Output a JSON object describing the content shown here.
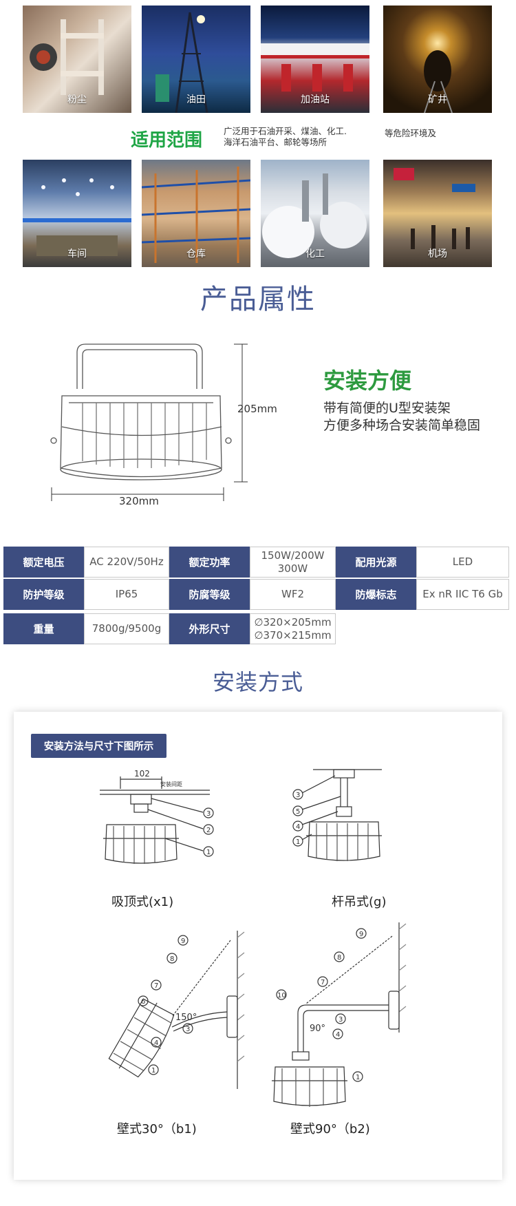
{
  "scenes": {
    "dust": "粉尘",
    "oilfield": "油田",
    "gas_station": "加油站",
    "mine": "矿井",
    "workshop": "车间",
    "warehouse": "仓库",
    "chemical": "化工",
    "airport": "机场"
  },
  "scope": {
    "title": "适用范围",
    "line1": "广泛用于石油开采、煤油、化工.",
    "line2": "海洋石油平台、邮轮等场所",
    "extra": "等危险环境及"
  },
  "attributes": {
    "title": "产品属性",
    "height_label": "205mm",
    "width_label": "320mm",
    "easy_title": "安装方便",
    "easy_line1": "带有简便的U型安装架",
    "easy_line2": "方便多种场合安装简单稳固"
  },
  "specs": {
    "rated_voltage_key": "额定电压",
    "rated_voltage_val": "AC 220V/50Hz",
    "rated_power_key": "额定功率",
    "rated_power_val1": "150W/200W",
    "rated_power_val2": "300W",
    "light_source_key": "配用光源",
    "light_source_val": "LED",
    "protection_key": "防护等级",
    "protection_val": "IP65",
    "anticorrosion_key": "防腐等级",
    "anticorrosion_val": "WF2",
    "explosion_key": "防爆标志",
    "explosion_val": "Ex nR IIC T6 Gb",
    "weight_key": "重量",
    "weight_val": "7800g/9500g",
    "size_key": "外形尺寸",
    "size_val1": "∅320×205mm",
    "size_val2": "∅370×215mm"
  },
  "install": {
    "title": "安装方式",
    "badge": "安装方法与尺寸下图所示",
    "ceiling_caption": "吸顶式(x1)",
    "pole_caption": "杆吊式(g)",
    "wall30_caption": "壁式30°（b1)",
    "wall90_caption": "壁式90°（b2)",
    "spacing_value": "102",
    "spacing_label": "安装间距",
    "angle150": "150°",
    "angle90": "90°"
  },
  "colors": {
    "accent_blue": "#3d4d80",
    "title_blue": "#4a5d95",
    "green": "#1ea545"
  }
}
